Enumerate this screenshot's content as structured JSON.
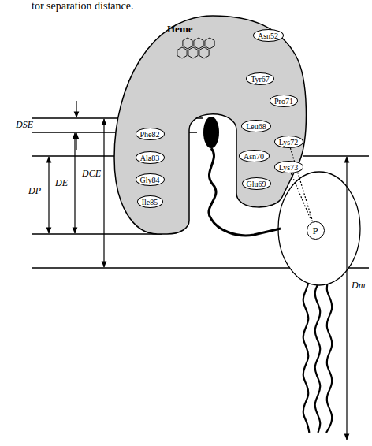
{
  "diagram": {
    "nodes": [
      {
        "text": [
          "Asn52"
        ]
      },
      {
        "text": [
          "Tyr67"
        ]
      },
      {
        "text": [
          "Pro71"
        ]
      },
      {
        "text": [
          "Leu68"
        ]
      },
      {
        "text": [
          "Phe82"
        ]
      },
      {
        "text": [
          "Lys72"
        ]
      },
      {
        "text": [
          "Asn70"
        ]
      },
      {
        "text": [
          "Ala83"
        ]
      },
      {
        "text": [
          "Lys73"
        ]
      },
      {
        "text": [
          "Gly84"
        ]
      },
      {
        "text": [
          "Glu69"
        ]
      },
      {
        "text": [
          "Ile85"
        ]
      },
      {
        "text": [
          "P"
        ]
      }
    ],
    "edges": [
      {
        "from": 5,
        "to": 12,
        "arrow": "none"
      },
      {
        "from": 8,
        "to": 12,
        "arrow": "none"
      }
    ],
    "labels": [
      "tor separation distance.",
      "Heme",
      "DSE",
      "DP",
      "DE",
      "DCE",
      "Dm"
    ]
  }
}
